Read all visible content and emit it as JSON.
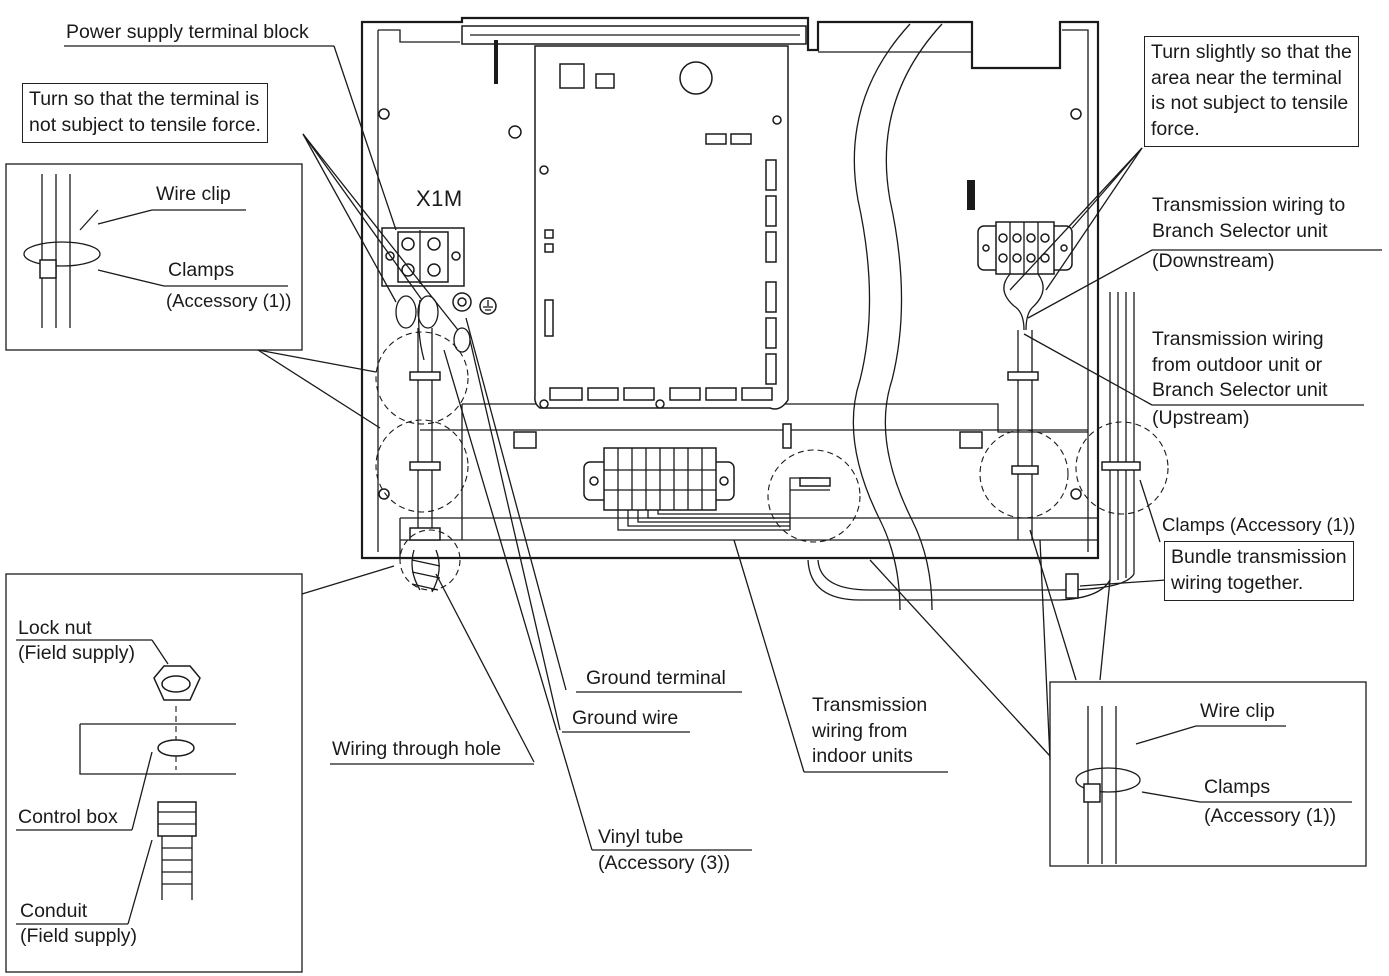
{
  "labels": {
    "power_supply_terminal_block": "Power supply terminal block",
    "turn_so_terminal": [
      "Turn so that the terminal is",
      "not subject to tensile force."
    ],
    "wire_clip_left": "Wire clip",
    "clamps_left": "Clamps",
    "accessory_1_left": "(Accessory (1))",
    "x1m": "X1M",
    "turn_slightly": [
      "Turn slightly so that the",
      "area near the terminal",
      "is not subject to tensile",
      "force."
    ],
    "transmission_to_bs": [
      "Transmission wiring to",
      "Branch Selector unit"
    ],
    "downstream": "(Downstream)",
    "transmission_from_outdoor": [
      "Transmission wiring",
      "from outdoor unit or",
      "Branch Selector unit"
    ],
    "upstream": "(Upstream)",
    "clamps_accessory_right": "Clamps (Accessory (1))",
    "bundle_transmission": [
      "Bundle transmission",
      "wiring together."
    ],
    "lock_nut": "Lock nut",
    "field_supply_locknut": "(Field supply)",
    "control_box": "Control box",
    "conduit": "Conduit",
    "field_supply_conduit": "(Field supply)",
    "ground_terminal": "Ground terminal",
    "ground_wire": "Ground wire",
    "wiring_through_hole": "Wiring through hole",
    "transmission_from_indoor": [
      "Transmission",
      "wiring from",
      "indoor units"
    ],
    "vinyl_tube": "Vinyl tube",
    "vinyl_accessory": "(Accessory (3))",
    "wire_clip_right": "Wire clip",
    "clamps_right": "Clamps",
    "accessory_1_right": "(Accessory (1))"
  }
}
